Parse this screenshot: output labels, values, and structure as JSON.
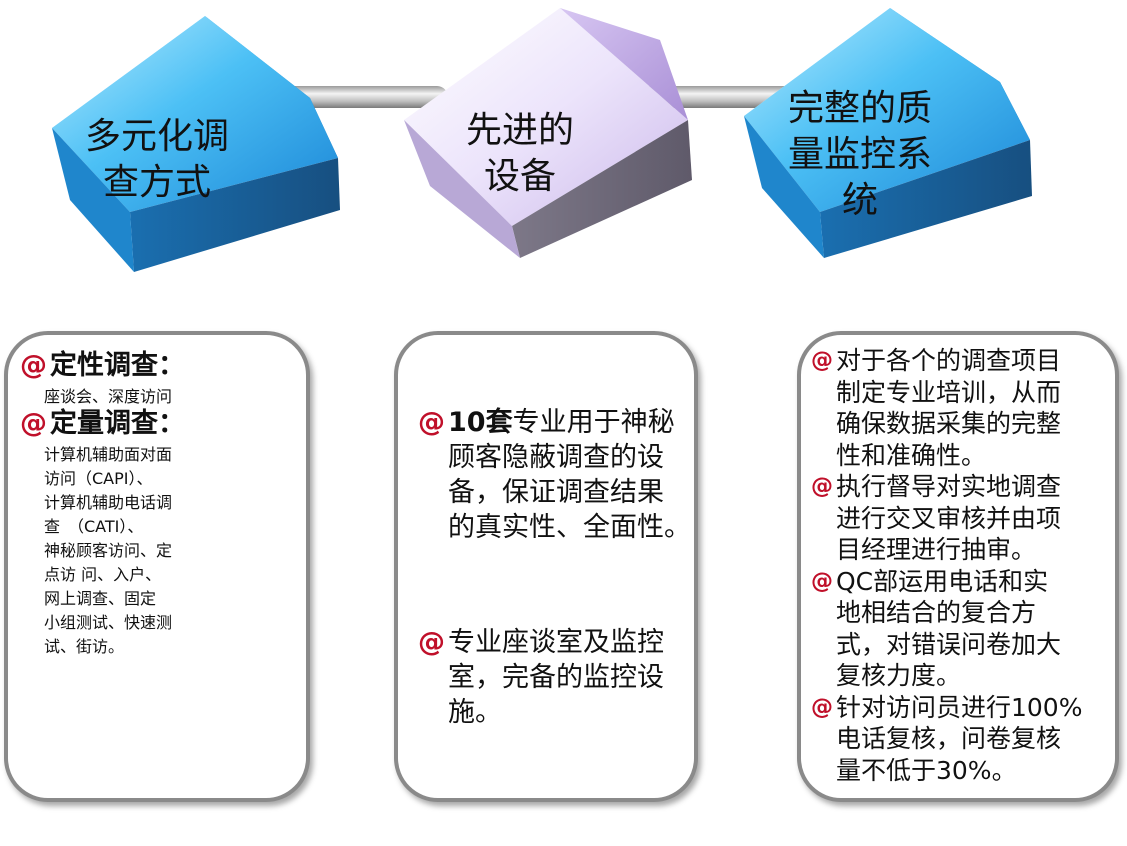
{
  "cubes": [
    {
      "label": "多元化调\n查方式",
      "front_color": "#2b9be6",
      "top_color": "#1d73ba",
      "side_color": "#1a5f9a"
    },
    {
      "label": "先进的\n设备",
      "front_color": "#d8caf0",
      "top_color": "#b8a4d8",
      "side_color": "#726a80"
    },
    {
      "label": "完整的质\n量监控系\n统",
      "front_color": "#2b9be6",
      "top_color": "#1d73ba",
      "side_color": "#1a5f9a"
    }
  ],
  "panels": {
    "left": {
      "items": [
        {
          "bullet": "@",
          "heading": "定性调查：",
          "text": "座谈会、深度访问"
        },
        {
          "bullet": "@",
          "heading": "定量调查：",
          "text": "计算机辅助面对面\n访问（CAPI）、\n计算机辅助电话调\n查　（CATI）、\n神秘顾客访问、定\n点访 问、入户、\n网上调查、固定\n小组测试、快速测\n试、街访。"
        }
      ]
    },
    "middle": {
      "items": [
        {
          "bullet": "@",
          "lead": "10套",
          "text": "专业用于神秘\n顾客隐蔽调查的设\n备，保证调查结果\n的真实性、全面性。"
        },
        {
          "bullet": "@",
          "lead": "",
          "text": "专业座谈室及监控\n室，完备的监控设\n施。"
        }
      ]
    },
    "right": {
      "items": [
        {
          "bullet": "@",
          "text": "对于各个的调查项目\n制定专业培训，从而\n确保数据采集的完整\n性和准确性。"
        },
        {
          "bullet": "@",
          "text": "执行督导对实地调查\n进行交叉审核并由项\n目经理进行抽审。"
        },
        {
          "bullet": "@",
          "text": "QC部运用电话和实\n地相结合的复合方\n式，对错误问卷加大\n复核力度。"
        },
        {
          "bullet": "@",
          "text": "针对访问员进行100%\n电话复核，问卷复核\n量不低于30%。"
        }
      ]
    }
  }
}
